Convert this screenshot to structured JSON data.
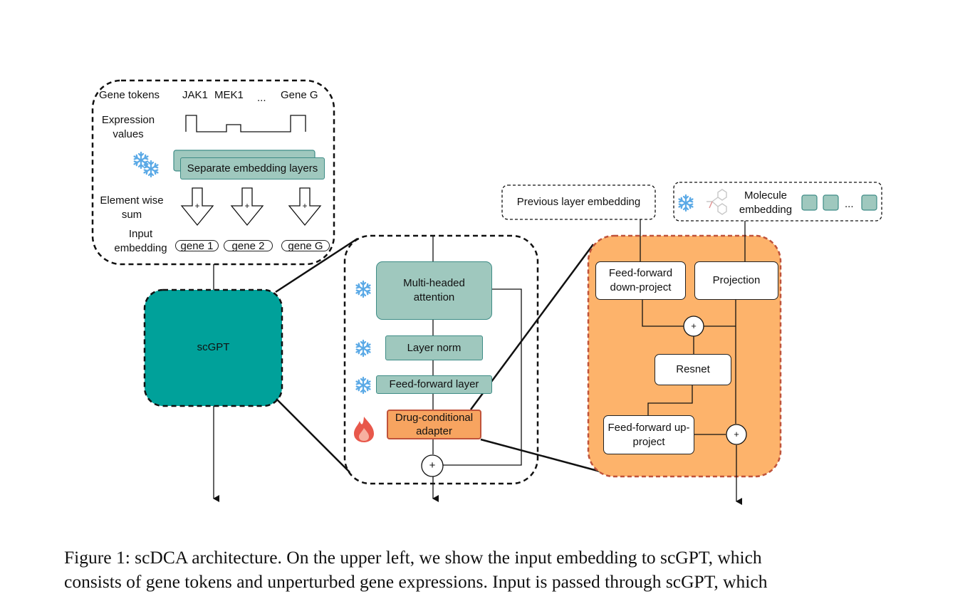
{
  "input_panel": {
    "gene_tokens_label": "Gene tokens",
    "tokens": [
      "JAK1",
      "MEK1",
      "...",
      "Gene G"
    ],
    "expression_label": "Expression values",
    "separate_embedding": "Separate embedding layers",
    "element_sum_label": "Element wise sum",
    "plus": "+",
    "input_embedding_label": "Input embedding",
    "genes": [
      "gene 1",
      "gene 2",
      "gene G"
    ]
  },
  "scgpt": {
    "label": "scGPT"
  },
  "transformer_block": {
    "attention": "Multi-headed attention",
    "layer_norm": "Layer norm",
    "feed_forward": "Feed-forward layer",
    "adapter": "Drug-conditional adapter",
    "plus": "+"
  },
  "adapter_detail": {
    "previous_layer": "Previous layer embedding",
    "molecule_embedding": "Molecule embedding",
    "ellipsis": "...",
    "ff_down": "Feed-forward down-project",
    "projection": "Projection",
    "resnet": "Resnet",
    "ff_up": "Feed-forward up-project",
    "plus": "+"
  },
  "colors": {
    "teal_dark": "#00a19a",
    "teal_light": "#9fc8be",
    "adapter_orange": "#fdb36b",
    "adapter_border": "#c0533a",
    "drug_adapter_fill": "#f7a460",
    "snowflake": "#5aa9e6"
  },
  "icons": [
    "snowflake-icon",
    "flame-icon",
    "molecule-icon"
  ],
  "caption": {
    "line1": "Figure 1: scDCA architecture. On the upper left, we show the input embedding to scGPT, which",
    "line2": "consists of gene tokens and unperturbed gene expressions. Input is passed through scGPT, which"
  }
}
